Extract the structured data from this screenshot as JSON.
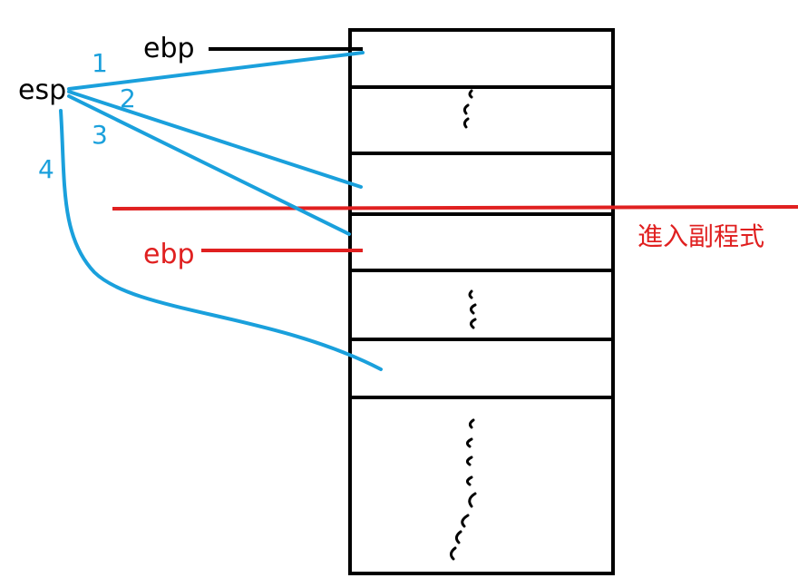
{
  "labels": {
    "esp": "esp",
    "ebp_top": "ebp",
    "ebp_mid": "ebp",
    "enter_subroutine": "進入副程式"
  },
  "steps": [
    "1",
    "2",
    "3",
    "4"
  ],
  "colors": {
    "stroke_black": "#000000",
    "arrow_blue": "#1aa0dc",
    "marker_red": "#e02020"
  },
  "stack": {
    "cell_count": 7
  }
}
